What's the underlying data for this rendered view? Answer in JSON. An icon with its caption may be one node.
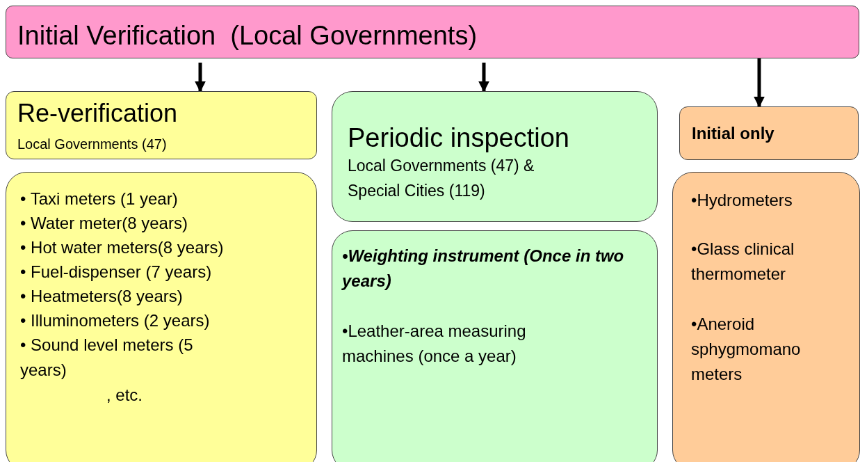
{
  "diagram": {
    "nodes": [
      {
        "text": [
          "Initial Verification  (Local Governments)"
        ]
      },
      {
        "text": [
          "Re-verification",
          "Local Governments (47)"
        ]
      },
      {
        "text": [
          "Periodic inspection",
          "Local Governments (47) & Special Cities (119)"
        ]
      },
      {
        "text": [
          "Initial only"
        ]
      },
      {
        "text": [
          "• Taxi meters (1 year)",
          "• Water meter(8 years)",
          "• Hot water meters(8 years)",
          "• Fuel-dispenser (7 years)",
          "• Heatmeters(8 years)",
          "• Illuminometers (2 years)",
          "• Sound level meters (5 years)",
          ", etc."
        ]
      },
      {
        "text": [
          "•Weighting instrument (Once in two years)",
          "•Leather-area measuring machines (once a year)"
        ]
      },
      {
        "text": [
          "•Hydrometers",
          "•Glass clinical thermometer",
          "•Aneroid sphygmomano meters"
        ]
      }
    ],
    "edges": [
      {
        "from": 0,
        "to": 1,
        "arrow": "to"
      },
      {
        "from": 0,
        "to": 2,
        "arrow": "to"
      },
      {
        "from": 0,
        "to": 3,
        "arrow": "to"
      }
    ]
  }
}
